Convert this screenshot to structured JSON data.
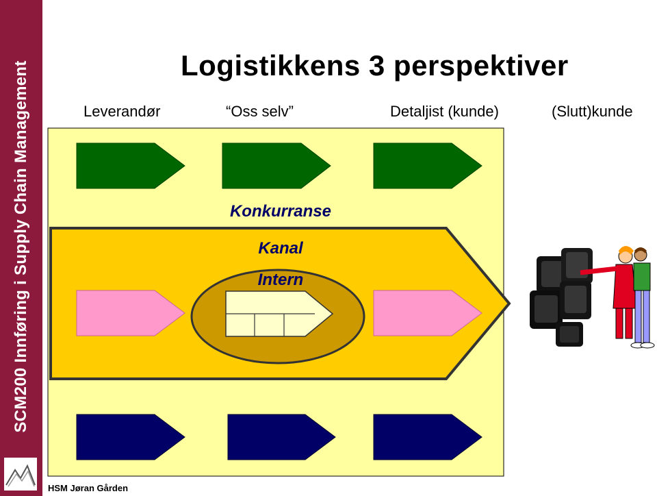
{
  "sidebar": {
    "text": "SCM200 Innføring i Supply Chain Management"
  },
  "title": "Logistikkens 3 perspektiver",
  "columns": {
    "supplier": "Leverandør",
    "self": "“Oss selv”",
    "retailer": "Detaljist (kunde)",
    "end_customer": "(Slutt)kunde"
  },
  "diagram": {
    "competition_label": "Konkurranse",
    "channel_label": "Kanal",
    "internal_label": "Intern"
  },
  "colors": {
    "sidebar": "#8b1a3c",
    "background_panel": "#ffffa0",
    "channel_band": "#ffcc00",
    "internal_oval": "#cc9900",
    "competition_arrows": "#006600",
    "channel_arrows": "#ff99cc",
    "bottom_arrows": "#000066",
    "label_text": "#000066"
  },
  "footer": "HSM Jøran Gården"
}
